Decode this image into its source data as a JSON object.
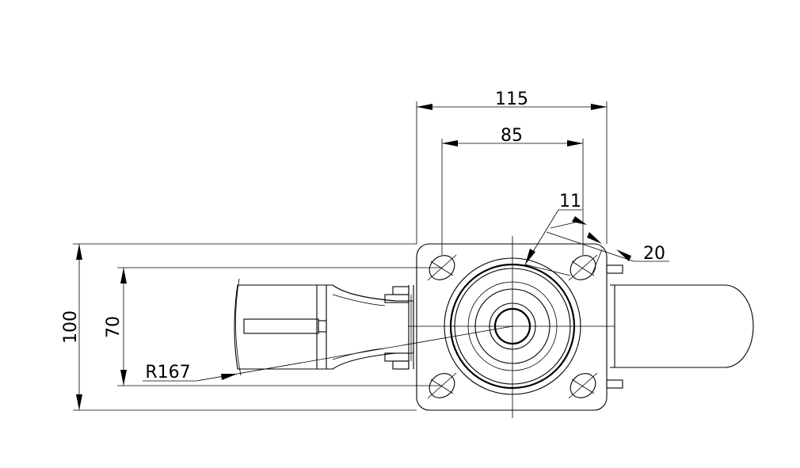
{
  "drawing": {
    "dimensions": {
      "outer_width": "115",
      "hole_spacing_width": "85",
      "slot_width": "11",
      "slot_length": "20",
      "outer_height": "100",
      "hole_spacing_height": "70",
      "wheel_radius": "R167"
    }
  }
}
